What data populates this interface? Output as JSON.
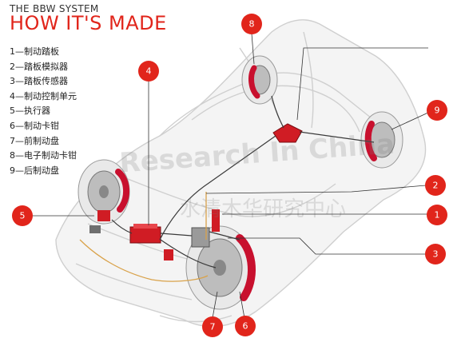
{
  "header": {
    "system_title": "THE BBW SYSTEM",
    "headline": "HOW IT'S MADE"
  },
  "legend": [
    "1—制动踏板",
    "2—踏板模拟器",
    "3—踏板传感器",
    "4—制动控制单元",
    "5—执行器",
    "6—制动卡钳",
    "7—前制动盘",
    "8—电子制动卡钳",
    "9—后制动盘"
  ],
  "callouts": [
    "1",
    "2",
    "3",
    "4",
    "5",
    "6",
    "7",
    "8",
    "9"
  ],
  "watermark": {
    "latin": "Research In China",
    "chinese": "水清木华研究中心"
  },
  "colors": {
    "accent": "#e1251b",
    "car_outline": "#c8c8c8",
    "wiring": "#d9a24a"
  }
}
